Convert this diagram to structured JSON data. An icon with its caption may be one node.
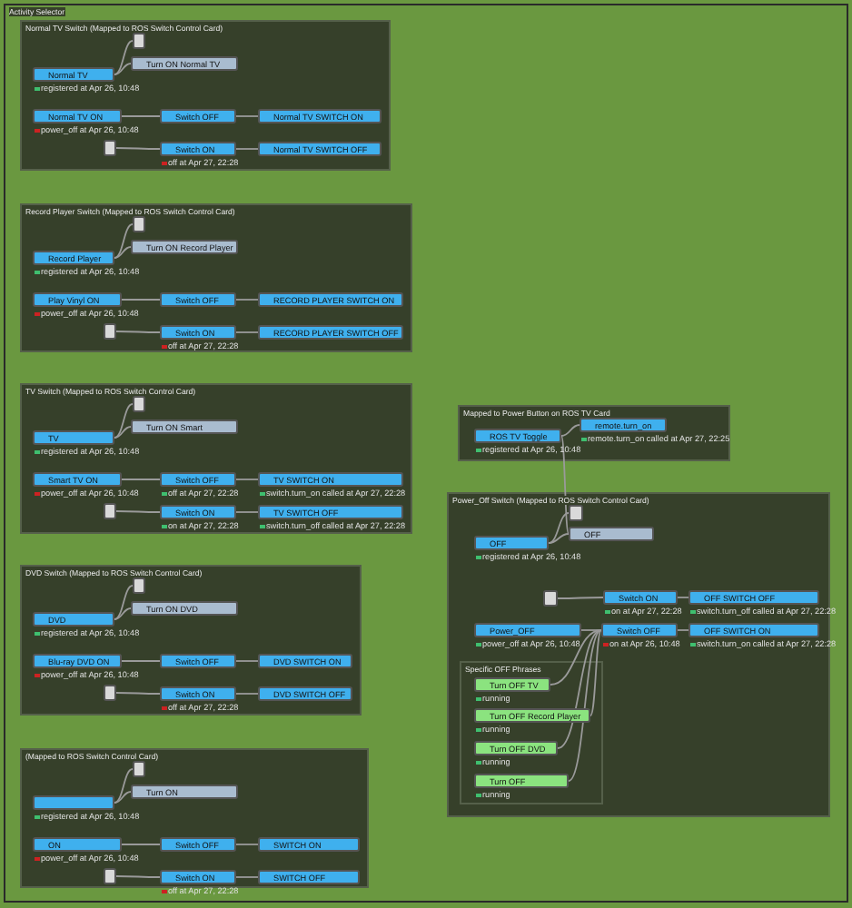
{
  "diagram": {
    "nodes": [
      {
        "text": [
          "Activity Selector"
        ]
      },
      {
        "text": [
          "Normal TV Switch (Mapped to ROS Switch Control Card)"
        ],
        "in": 0
      },
      {
        "text": [
          "Normal TV"
        ],
        "in": 1,
        "beside": [
          "registered at Apr 26, 10:48"
        ]
      },
      {
        "text": [],
        "shape": "box",
        "in": 1
      },
      {
        "text": [
          "Turn ON Normal TV"
        ],
        "in": 1
      },
      {
        "text": [
          "Normal TV ON"
        ],
        "in": 1,
        "beside": [
          "power_off at Apr 26, 10:48"
        ]
      },
      {
        "text": [
          "Switch OFF"
        ],
        "in": 1
      },
      {
        "text": [
          "Normal TV SWITCH ON"
        ],
        "in": 1
      },
      {
        "text": [],
        "shape": "box",
        "in": 1
      },
      {
        "text": [
          "Switch ON"
        ],
        "in": 1,
        "beside": [
          "off at Apr 27, 22:28"
        ]
      },
      {
        "text": [
          "Normal TV SWITCH OFF"
        ],
        "in": 1
      },
      {
        "text": [
          "Record Player Switch (Mapped to ROS Switch Control Card)"
        ],
        "in": 0
      },
      {
        "text": [
          "Record Player"
        ],
        "in": 11,
        "beside": [
          "registered at Apr 26, 10:48"
        ]
      },
      {
        "text": [],
        "shape": "box",
        "in": 11
      },
      {
        "text": [
          "Turn ON Record Player"
        ],
        "in": 11
      },
      {
        "text": [
          "Play Vinyl ON"
        ],
        "in": 11,
        "beside": [
          "power_off at Apr 26, 10:48"
        ]
      },
      {
        "text": [
          "Switch OFF"
        ],
        "in": 11
      },
      {
        "text": [
          "RECORD PLAYER SWITCH ON"
        ],
        "in": 11
      },
      {
        "text": [],
        "shape": "box",
        "in": 11
      },
      {
        "text": [
          "Switch ON"
        ],
        "in": 11,
        "beside": [
          "off at Apr 27, 22:28"
        ]
      },
      {
        "text": [
          "RECORD PLAYER SWITCH OFF"
        ],
        "in": 11
      },
      {
        "text": [
          "TV Switch (Mapped to ROS Switch Control Card)"
        ],
        "in": 0
      },
      {
        "text": [
          "TV"
        ],
        "in": 21,
        "beside": [
          "registered at Apr 26, 10:48"
        ]
      },
      {
        "text": [],
        "shape": "box",
        "in": 21
      },
      {
        "text": [
          "Turn ON Smart"
        ],
        "in": 21
      },
      {
        "text": [
          "Smart TV ON"
        ],
        "in": 21,
        "beside": [
          "power_off at Apr 26, 10:48"
        ]
      },
      {
        "text": [
          "Switch OFF"
        ],
        "in": 21,
        "beside": [
          "off at Apr 27, 22:28"
        ]
      },
      {
        "text": [
          "TV SWITCH ON"
        ],
        "in": 21,
        "beside": [
          "switch.turn_on called at Apr 27, 22:28"
        ]
      },
      {
        "text": [],
        "shape": "box",
        "in": 21
      },
      {
        "text": [
          "Switch ON"
        ],
        "in": 21,
        "beside": [
          "on at Apr 27, 22:28"
        ]
      },
      {
        "text": [
          "TV SWITCH OFF"
        ],
        "in": 21,
        "beside": [
          "switch.turn_off called at Apr 27, 22:28"
        ]
      },
      {
        "text": [
          "DVD Switch (Mapped to ROS Switch Control Card)"
        ],
        "in": 0
      },
      {
        "text": [
          "DVD"
        ],
        "in": 31,
        "beside": [
          "registered at Apr 26, 10:48"
        ]
      },
      {
        "text": [],
        "shape": "box",
        "in": 31
      },
      {
        "text": [
          "Turn ON DVD"
        ],
        "in": 31
      },
      {
        "text": [
          "Blu-ray DVD ON"
        ],
        "in": 31,
        "beside": [
          "power_off at Apr 26, 10:48"
        ]
      },
      {
        "text": [
          "Switch OFF"
        ],
        "in": 31
      },
      {
        "text": [
          "DVD SWITCH ON"
        ],
        "in": 31
      },
      {
        "text": [],
        "shape": "box",
        "in": 31
      },
      {
        "text": [
          "Switch ON"
        ],
        "in": 31,
        "beside": [
          "off at Apr 27, 22:28"
        ]
      },
      {
        "text": [
          "DVD SWITCH OFF"
        ],
        "in": 31
      },
      {
        "text": [
          "(Mapped to ROS Switch Control Card)"
        ],
        "in": 0
      },
      {
        "text": [],
        "shape": "box",
        "in": 41,
        "beside": [
          "registered at Apr 26, 10:48"
        ]
      },
      {
        "text": [],
        "shape": "box",
        "in": 41
      },
      {
        "text": [
          "Turn ON"
        ],
        "in": 41
      },
      {
        "text": [
          "ON"
        ],
        "in": 41,
        "beside": [
          "power_off at Apr 26, 10:48"
        ]
      },
      {
        "text": [
          "Switch OFF"
        ],
        "in": 41
      },
      {
        "text": [
          "SWITCH ON"
        ],
        "in": 41
      },
      {
        "text": [],
        "shape": "box",
        "in": 41
      },
      {
        "text": [
          "Switch ON"
        ],
        "in": 41,
        "beside": [
          "off at Apr 27, 22:28"
        ]
      },
      {
        "text": [
          "SWITCH OFF"
        ],
        "in": 41
      },
      {
        "text": [
          "Mapped to Power Button on ROS TV Card"
        ],
        "in": 0
      },
      {
        "text": [
          "ROS TV Toggle"
        ],
        "in": 51,
        "beside": [
          "registered at Apr 26, 10:48"
        ]
      },
      {
        "text": [
          "remote.turn_on"
        ],
        "in": 51,
        "beside": [
          "remote.turn_on called at Apr 27, 22:25"
        ]
      },
      {
        "text": [
          "Power_Off Switch (Mapped to ROS Switch Control Card)"
        ],
        "in": 0
      },
      {
        "text": [],
        "shape": "box",
        "in": 54
      },
      {
        "text": [
          "OFF"
        ],
        "in": 54
      },
      {
        "text": [
          "OFF"
        ],
        "in": 54,
        "beside": [
          "registered at Apr 26, 10:48"
        ]
      },
      {
        "text": [],
        "shape": "box",
        "in": 54
      },
      {
        "text": [
          "Switch ON"
        ],
        "in": 54,
        "beside": [
          "on at Apr 27, 22:28"
        ]
      },
      {
        "text": [
          "OFF SWITCH OFF"
        ],
        "in": 54,
        "beside": [
          "switch.turn_off called at Apr 27, 22:28"
        ]
      },
      {
        "text": [
          "Power_OFF"
        ],
        "in": 54,
        "beside": [
          "power_off at Apr 26, 10:48"
        ]
      },
      {
        "text": [
          "Switch OFF"
        ],
        "in": 54,
        "beside": [
          "on at Apr 26, 10:48"
        ]
      },
      {
        "text": [
          "OFF SWITCH ON"
        ],
        "in": 54,
        "beside": [
          "switch.turn_on called at Apr 27, 22:28"
        ]
      },
      {
        "text": [
          "Specific OFF Phrases"
        ],
        "in": 54
      },
      {
        "text": [
          "Turn OFF TV"
        ],
        "in": 64,
        "beside": [
          "running"
        ]
      },
      {
        "text": [
          "Turn OFF Record Player"
        ],
        "in": 64,
        "beside": [
          "running"
        ]
      },
      {
        "text": [
          "Turn OFF DVD"
        ],
        "in": 64,
        "beside": [
          "running"
        ]
      },
      {
        "text": [
          "Turn OFF"
        ],
        "in": 64,
        "beside": [
          "running"
        ]
      }
    ],
    "edges": [
      {
        "from": 2,
        "to": 3,
        "arrow": "none"
      },
      {
        "from": 2,
        "to": 4,
        "arrow": "none"
      },
      {
        "from": 5,
        "to": 6,
        "arrow": "none"
      },
      {
        "from": 6,
        "to": 7,
        "arrow": "none"
      },
      {
        "from": 8,
        "to": 9,
        "arrow": "none"
      },
      {
        "from": 9,
        "to": 10,
        "arrow": "none"
      },
      {
        "from": 12,
        "to": 13,
        "arrow": "none"
      },
      {
        "from": 12,
        "to": 14,
        "arrow": "none"
      },
      {
        "from": 15,
        "to": 16,
        "arrow": "none"
      },
      {
        "from": 16,
        "to": 17,
        "arrow": "none"
      },
      {
        "from": 18,
        "to": 19,
        "arrow": "none"
      },
      {
        "from": 19,
        "to": 20,
        "arrow": "none"
      },
      {
        "from": 22,
        "to": 23,
        "arrow": "none"
      },
      {
        "from": 22,
        "to": 24,
        "arrow": "none"
      },
      {
        "from": 25,
        "to": 26,
        "arrow": "none"
      },
      {
        "from": 26,
        "to": 27,
        "arrow": "none"
      },
      {
        "from": 28,
        "to": 29,
        "arrow": "none"
      },
      {
        "from": 29,
        "to": 30,
        "arrow": "none"
      },
      {
        "from": 32,
        "to": 33,
        "arrow": "none"
      },
      {
        "from": 32,
        "to": 34,
        "arrow": "none"
      },
      {
        "from": 35,
        "to": 36,
        "arrow": "none"
      },
      {
        "from": 36,
        "to": 37,
        "arrow": "none"
      },
      {
        "from": 38,
        "to": 39,
        "arrow": "none"
      },
      {
        "from": 39,
        "to": 40,
        "arrow": "none"
      },
      {
        "from": 42,
        "to": 43,
        "arrow": "none"
      },
      {
        "from": 42,
        "to": 44,
        "arrow": "none"
      },
      {
        "from": 45,
        "to": 46,
        "arrow": "none"
      },
      {
        "from": 46,
        "to": 47,
        "arrow": "none"
      },
      {
        "from": 48,
        "to": 49,
        "arrow": "none"
      },
      {
        "from": 49,
        "to": 50,
        "arrow": "none"
      },
      {
        "from": 52,
        "to": 53,
        "arrow": "none"
      },
      {
        "from": 52,
        "to": 56,
        "arrow": "none"
      },
      {
        "from": 57,
        "to": 55,
        "arrow": "none"
      },
      {
        "from": 57,
        "to": 56,
        "arrow": "none"
      },
      {
        "from": 58,
        "to": 59,
        "arrow": "none"
      },
      {
        "from": 59,
        "to": 60,
        "arrow": "none"
      },
      {
        "from": 61,
        "to": 62,
        "arrow": "none"
      },
      {
        "from": 62,
        "to": 63,
        "arrow": "none"
      },
      {
        "from": 65,
        "to": 62,
        "arrow": "none"
      },
      {
        "from": 66,
        "to": 62,
        "arrow": "none"
      },
      {
        "from": 67,
        "to": 62,
        "arrow": "none"
      },
      {
        "from": 68,
        "to": 62,
        "arrow": "none"
      }
    ]
  }
}
